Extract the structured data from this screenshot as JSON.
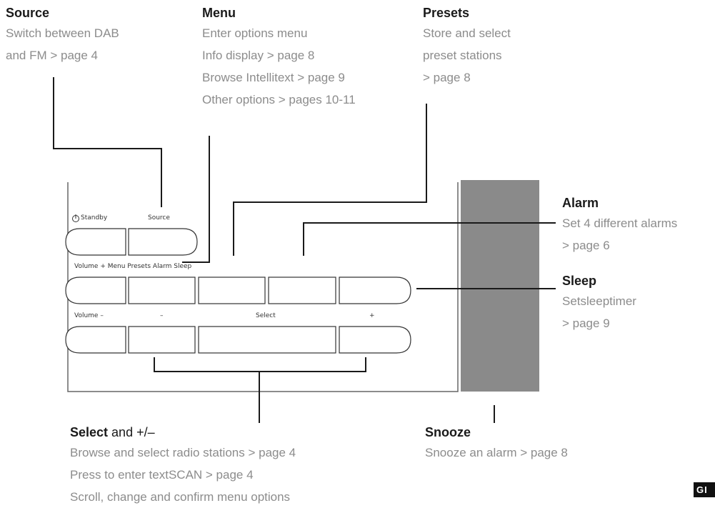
{
  "annotations": {
    "source": {
      "title": "Source",
      "lines": [
        "Switch between DAB",
        "and FM > page 4"
      ]
    },
    "menu": {
      "title": "Menu",
      "lines": [
        "Enter options menu",
        "Info display > page 8",
        "Browse Intellitext > page 9",
        "Other options > pages 10-11"
      ]
    },
    "presets": {
      "title": "Presets",
      "lines": [
        "Store and select",
        "preset stations",
        "> page 8"
      ]
    },
    "alarm": {
      "title": "Alarm",
      "lines": [
        "Set 4 different alarms",
        "> page 6"
      ]
    },
    "sleep": {
      "title": "Sleep",
      "lines": [
        "Setsleeptimer",
        "> page 9"
      ]
    },
    "select": {
      "title": "Select",
      "title_suffix": " and +/–",
      "lines": [
        "Browse and select radio stations > page 4",
        "Press to enter textSCAN > page 4",
        "Scroll, change and confirm menu options"
      ]
    },
    "snooze": {
      "title": "Snooze",
      "lines": [
        "Snooze an alarm > page 8"
      ]
    }
  },
  "device_labels": {
    "standby": "Standby",
    "standby_icon": "power-icon",
    "source": "Source",
    "row2": "Volume + Menu Presets Alarm Sleep",
    "volume_minus": "Volume –",
    "minus": "–",
    "select": "Select",
    "plus": "+"
  },
  "brand": "GI",
  "colors": {
    "heading": "#1a1a1a",
    "body_text": "#8c8c8c",
    "snooze_bar": "#8a8a8a",
    "outline": "#333333"
  }
}
